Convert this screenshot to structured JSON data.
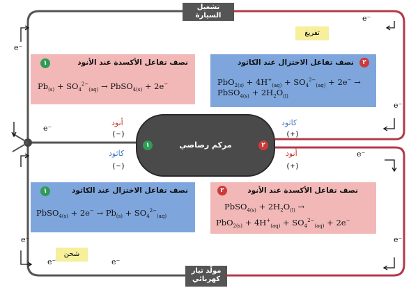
{
  "device_top": "تشغيل السيارة",
  "device_bottom": "مولّد تيار كهربائي",
  "tag_discharge": "تفريغ",
  "tag_charge": "شحن",
  "battery_label": "مركم رصاصي",
  "e": "e⁻",
  "badge_1": "١",
  "badge_2": "٢",
  "top_left": {
    "title": "نصف تفاعل الأكسدة عند الأنود",
    "equation": "Pb(s) + SO4²⁻(aq) → PbSO4(s) + 2e⁻"
  },
  "top_right": {
    "title": "نصف تفاعل الاختزال عند الكاثود",
    "equation": "PbO2(s) + 4H⁺(aq) + SO4²⁻(aq) + 2e⁻ → PbSO4(s) + 2H2O(l)"
  },
  "bottom_left": {
    "title": "نصف تفاعل الاختزال عند الكاثود",
    "equation": "PbSO4(s) + 2e⁻ → Pb(s) + SO4²⁻(aq)"
  },
  "bottom_right": {
    "title": "نصف تفاعل الأكسدة عند الأنود",
    "equation": "PbSO4(s) + 2H2O(l) → PbO2(s) + 4H⁺(aq) + SO4²⁻(aq) + 2e⁻"
  },
  "left_top_label": "أنود",
  "left_top_sign": "(−)",
  "left_bottom_label": "كاثود",
  "left_bottom_sign": "(−)",
  "right_top_label": "كاثود",
  "right_top_sign": "(+)",
  "right_bottom_label": "أنود",
  "right_bottom_sign": "(+)",
  "colors": {
    "pink": "#f2b8b8",
    "blue": "#7ea6dd",
    "wire_gray": "#555555",
    "wire_red": "#b33a4a",
    "label_red": "#c0392b",
    "label_blue": "#4a78c2"
  }
}
